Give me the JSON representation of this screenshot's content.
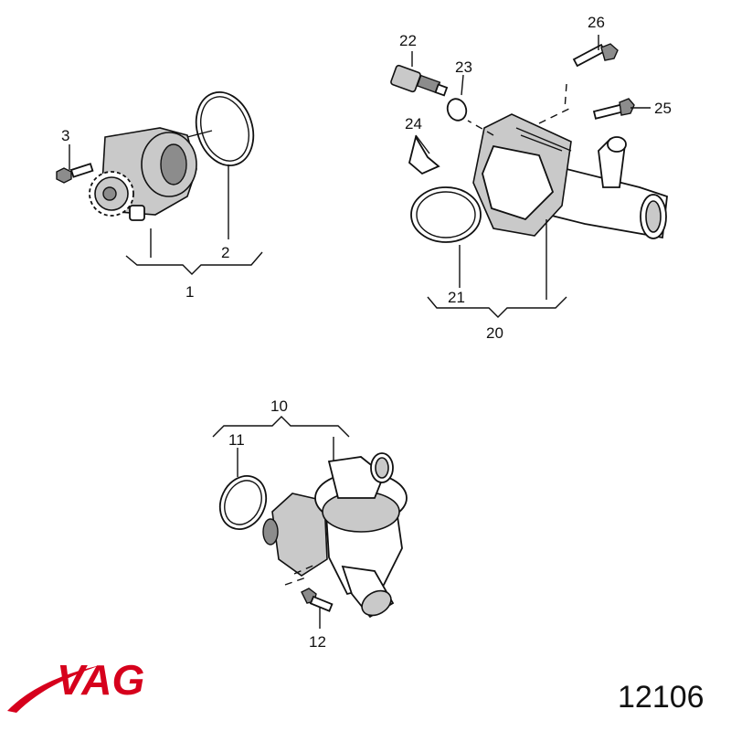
{
  "labels": {
    "l1": "1",
    "l2": "2",
    "l3": "3",
    "l10": "10",
    "l11": "11",
    "l12": "12",
    "l20": "20",
    "l21": "21",
    "l22": "22",
    "l23": "23",
    "l24": "24",
    "l25": "25",
    "l26": "26"
  },
  "logo": {
    "text": "VAG",
    "color": "#d6001c"
  },
  "part_number": "12106"
}
